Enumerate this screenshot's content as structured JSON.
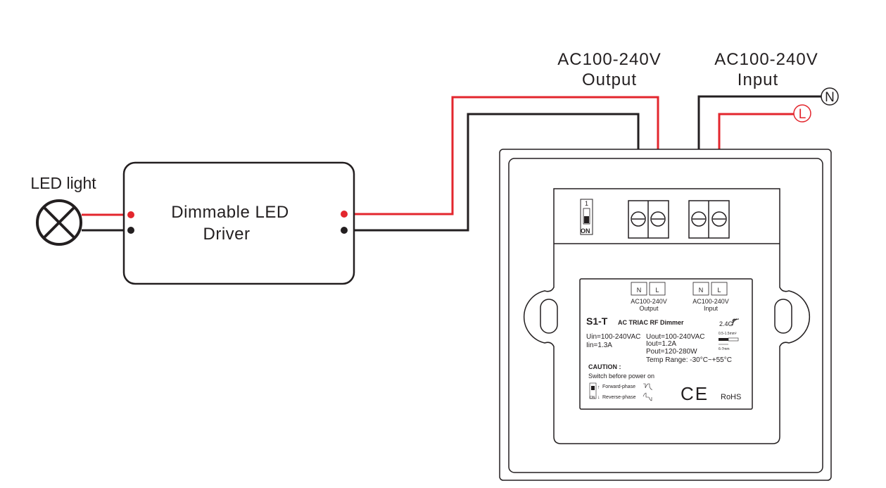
{
  "colors": {
    "wire_live": "#e3262d",
    "wire_neutral": "#231f20",
    "background": "#ffffff"
  },
  "lamp": {
    "label": "LED light",
    "icon": "lamp-cross-icon"
  },
  "driver": {
    "line1": "Dimmable LED",
    "line2": "Driver"
  },
  "terminals": {
    "output": {
      "line1": "AC100-240V",
      "line2": "Output"
    },
    "input": {
      "line1": "AC100-240V",
      "line2": "Input"
    },
    "neutral_marker": "N",
    "live_marker": "L"
  },
  "switch": {
    "number": "1",
    "state": "ON"
  },
  "product_label": {
    "output_terminals": [
      "N",
      "L"
    ],
    "input_terminals": [
      "N",
      "L"
    ],
    "output_caption": {
      "line1": "AC100-240V",
      "line2": "Output"
    },
    "input_caption": {
      "line1": "AC100-240V",
      "line2": "Input"
    },
    "model": "S1-T",
    "product_name": "AC TRIAC RF Dimmer",
    "frequency": "2.4G",
    "wire_gauge": "0.5-1.5mm²",
    "strip_length": "6-7mm",
    "uin": "Uin=100-240VAC",
    "iin": "Iin=1.3A",
    "uout": "Uout=100-240VAC",
    "iout": "Iout=1.2A",
    "pout": "Pout=120-280W",
    "temp_range": "Temp Range: -30°C~+55°C",
    "caution_title": "CAUTION :",
    "caution_text": "Switch before power on",
    "forward_phase": "Forward-phase",
    "reverse_phase": "Reverse-phase",
    "switch_on": "ON",
    "ce_mark": "CE",
    "rohs": "RoHS"
  }
}
